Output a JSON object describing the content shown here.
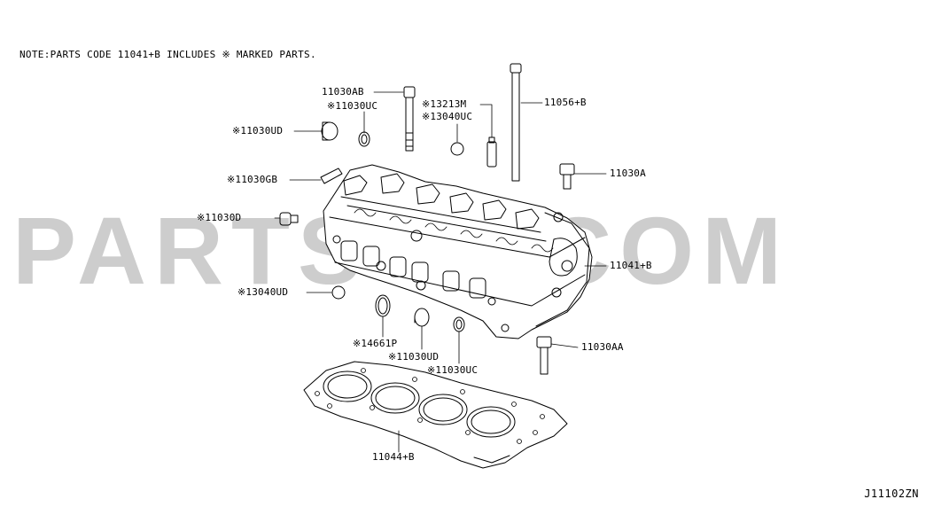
{
  "note": "NOTE:PARTS CODE 11041+B INCLUDES ※ MARKED PARTS.",
  "watermark": "PARTS4U.COM",
  "diagram_id": "J11102ZN",
  "labels": {
    "p11030AB": "11030AB",
    "p11030UC_top": "※11030UC",
    "p11030UD_left": "※11030UD",
    "p13213M": "※13213M",
    "p13040UC": "※13040UC",
    "p11056B": "11056+B",
    "p11030A": "11030A",
    "p11030GB": "※11030GB",
    "p11030D": "※11030D",
    "p11041B": "11041+B",
    "p13040UD": "※13040UD",
    "p14661P": "※14661P",
    "p11030UD_bottom": "※11030UD",
    "p11030UC_bottom": "※11030UC",
    "p11030AA": "11030AA",
    "p11044B": "11044+B"
  }
}
